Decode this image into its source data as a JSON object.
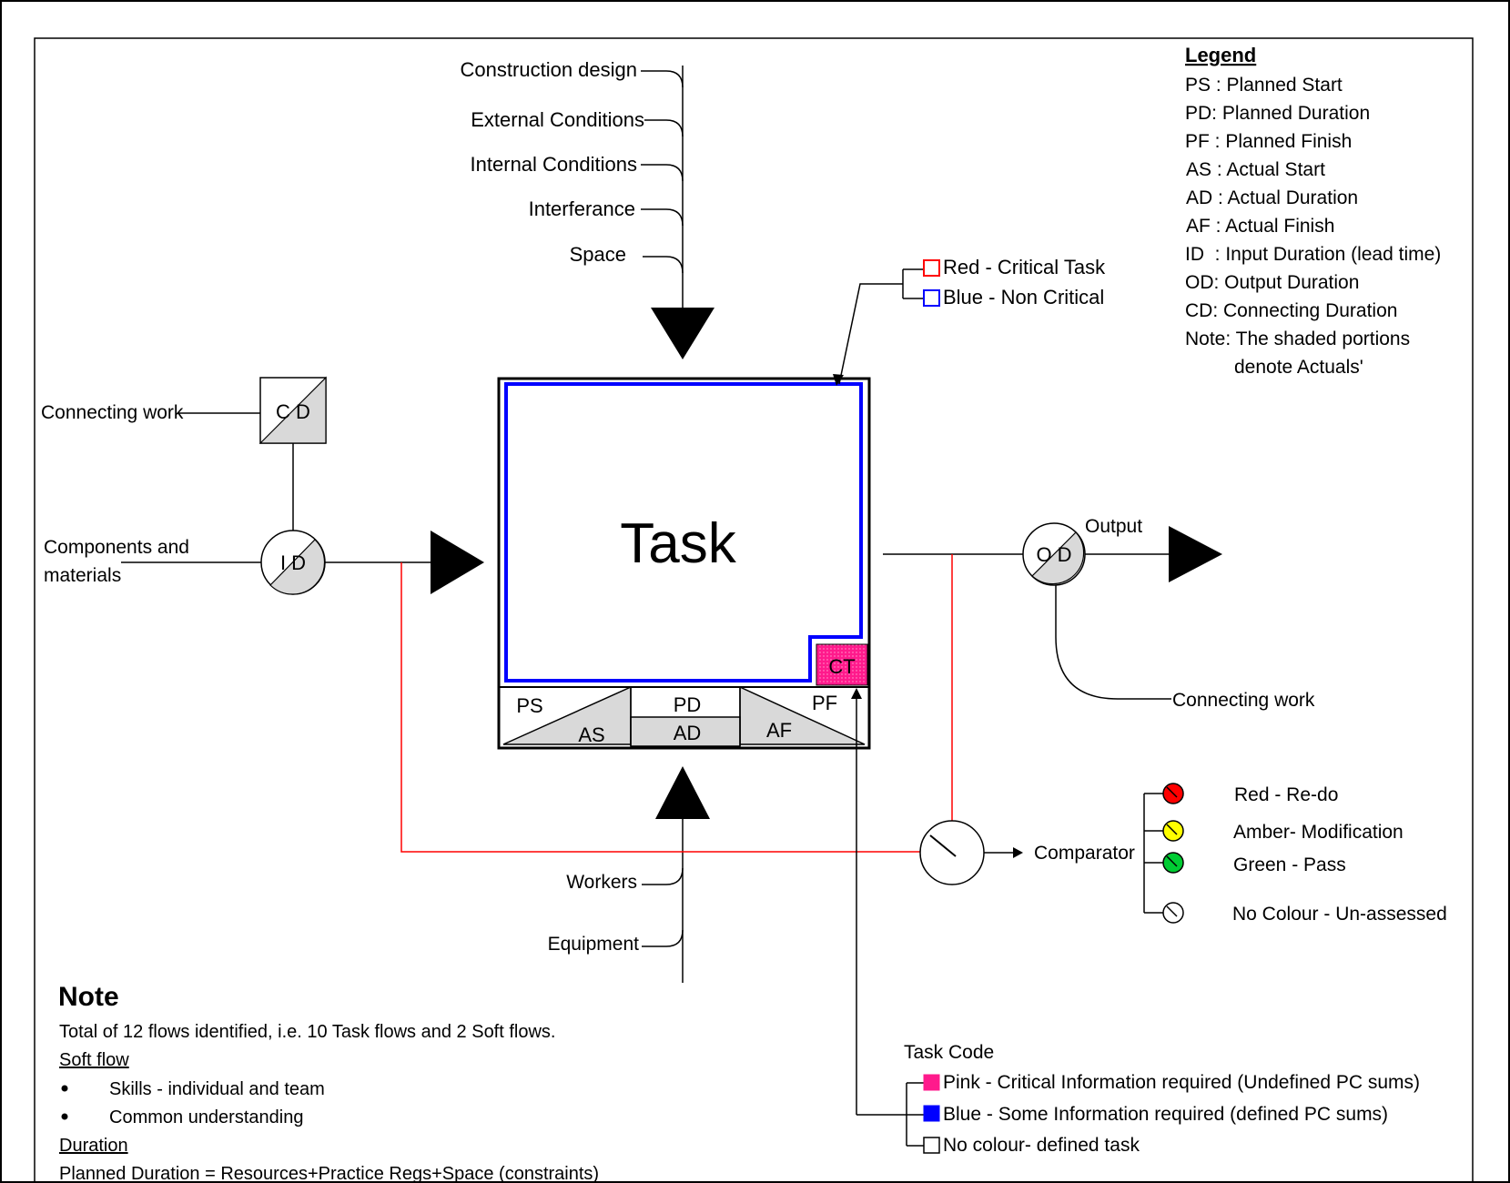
{
  "task": {
    "title": "Task",
    "code": "CT",
    "ps": "PS",
    "pd": "PD",
    "pf": "PF",
    "as": "AS",
    "ad": "AD",
    "af": "AF"
  },
  "inputs_top": [
    "Construction design",
    "External Conditions",
    "Internal Conditions",
    "Interferance",
    "Space"
  ],
  "inputs_bottom": [
    "Workers",
    "Equipment"
  ],
  "left": {
    "connecting_work": "Connecting work",
    "components_line1": "Components and",
    "components_line2": "materials",
    "cd_label": "C D",
    "id_label": "I D"
  },
  "right": {
    "output": "Output",
    "od_label": "O D",
    "connecting_work": "Connecting work",
    "comparator": "Comparator"
  },
  "border_key": {
    "red": "Red - Critical Task",
    "blue": "Blue - Non Critical"
  },
  "comparator_states": [
    {
      "label": "Red - Re-do",
      "color": "#ff0000"
    },
    {
      "label": "Amber- Modification",
      "color": "#ffff00"
    },
    {
      "label": "Green - Pass",
      "color": "#00cc33"
    },
    {
      "label": "No Colour - Un-assessed",
      "color": "#ffffff"
    }
  ],
  "legend": {
    "title": "Legend",
    "items": [
      "PS : Planned Start",
      "PD: Planned Duration",
      "PF : Planned Finish",
      "AS : Actual Start",
      "AD : Actual Duration",
      "AF : Actual Finish",
      "ID  : Input Duration (lead time)",
      "OD: Output Duration",
      "CD: Connecting Duration",
      "Note: The shaded portions",
      "denote Actuals'"
    ]
  },
  "task_code": {
    "title": "Task Code",
    "items": [
      {
        "label": "Pink - Critical Information required (Undefined PC sums)",
        "color": "#ff1a8c"
      },
      {
        "label": "Blue - Some Information required (defined PC sums)",
        "color": "#0000ff"
      },
      {
        "label": "No colour- defined task",
        "color": "#ffffff"
      }
    ]
  },
  "note": {
    "title": "Note",
    "line1": "Total of 12 flows identified, i.e. 10 Task flows and 2 Soft flows.",
    "soft_flow_heading": "Soft flow",
    "bullets": [
      "Skills - individual and team",
      "Common understanding"
    ],
    "duration_heading": "Duration",
    "duration_formula": "Planned Duration = Resources+Practice Regs+Space (constraints)"
  },
  "colors": {
    "critical_red": "#ff0000",
    "noncritical_blue": "#0000ff",
    "pink_code": "#ff1a8c",
    "actual_shading": "#d9d9d9"
  }
}
